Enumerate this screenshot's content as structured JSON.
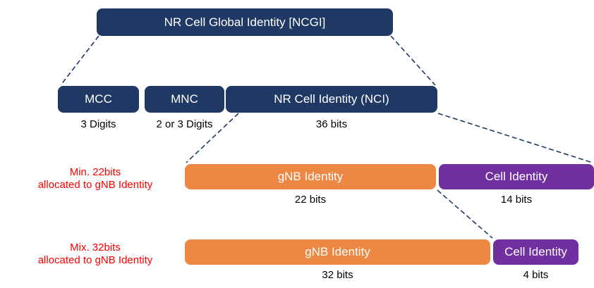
{
  "colors": {
    "navy": "#1F3864",
    "orange": "#EC8744",
    "purple": "#7030A0",
    "red": "#FF0000"
  },
  "ncgi": {
    "label": "NR Cell Global Identity [NCGI]"
  },
  "fields": [
    {
      "label": "MCC",
      "size": "3 Digits"
    },
    {
      "label": "MNC",
      "size": "2 or 3 Digits"
    },
    {
      "label": "NR Cell Identity (NCI)",
      "size": "36 bits"
    }
  ],
  "min_split": {
    "note": [
      "Min. 22bits",
      "allocated to gNB Identity"
    ],
    "gnb": {
      "label": "gNB Identity",
      "size": "22 bits"
    },
    "cell": {
      "label": "Cell Identity",
      "size": "14 bits"
    }
  },
  "max_split": {
    "note": [
      "Mix. 32bits",
      "allocated to gNB Identity"
    ],
    "gnb": {
      "label": "gNB Identity",
      "size": "32 bits"
    },
    "cell": {
      "label": "Cell Identity",
      "size": "4 bits"
    }
  }
}
